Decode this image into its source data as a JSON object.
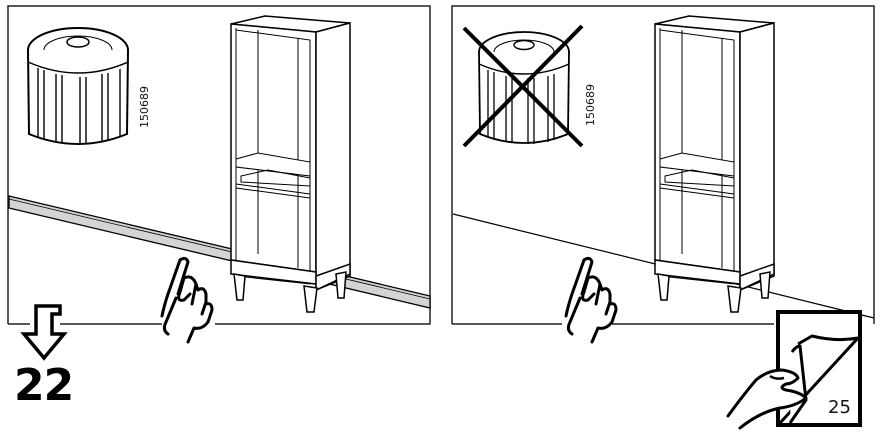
{
  "step": {
    "next_step_number": "22",
    "next_step_arrow_icon": "arrow-down-icon"
  },
  "panels": [
    {
      "id": "correct",
      "part_code": "150689",
      "part_icon": "adjustable-foot-icon",
      "illustration": "bookcase-against-wall-with-skirting-board",
      "hand_icon": "pointing-hand-icon",
      "crossed_out": false
    },
    {
      "id": "incorrect",
      "part_code": "150689",
      "part_icon": "adjustable-foot-icon",
      "illustration": "bookcase-against-wall-without-skirting-board",
      "hand_icon": "pointing-hand-icon",
      "crossed_out": true
    }
  ],
  "page_turn": {
    "page_number": "25",
    "icon": "page-turn-icon"
  },
  "colors": {
    "line": "#000000",
    "frame": "#222222",
    "skirting_fill": "#d4d4d4",
    "background": "#ffffff"
  }
}
